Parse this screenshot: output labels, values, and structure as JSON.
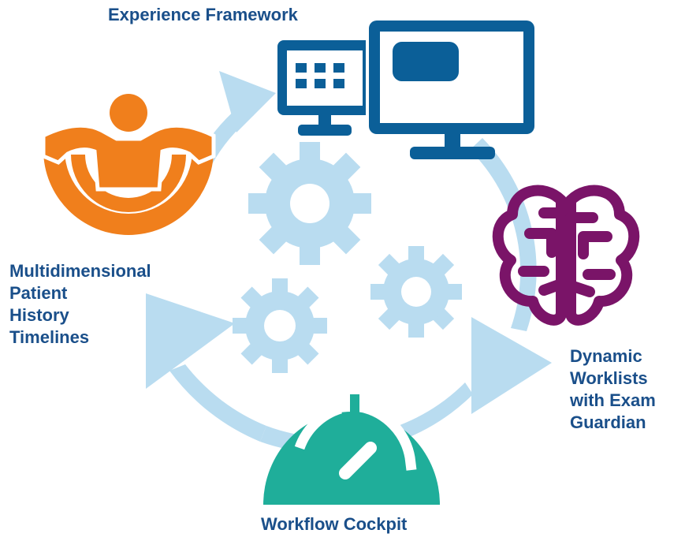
{
  "colors": {
    "label_text": "#1a4f8a",
    "cycle_arrow": "#b9dcf0",
    "gear": "#b9dcf0",
    "monitor": "#0b5f98",
    "patient_figure": "#f07f1c",
    "brain": "#7a1468",
    "gauge": "#1fae9a"
  },
  "icons": {
    "monitor": "desktop-monitors-icon",
    "patient": "patient-history-icon",
    "brain": "brain-icon",
    "gauge": "speedometer-gauge-icon",
    "gears": "gear-icon"
  },
  "labels": {
    "experience": {
      "lines": [
        "Experience Framework"
      ]
    },
    "history": {
      "lines": [
        "Multidimensional",
        "Patient",
        "History",
        "Timelines"
      ]
    },
    "worklists": {
      "lines": [
        "Dynamic",
        "Worklists",
        "with Exam",
        "Guardian"
      ]
    },
    "cockpit": {
      "lines": [
        "Workflow Cockpit"
      ]
    }
  }
}
